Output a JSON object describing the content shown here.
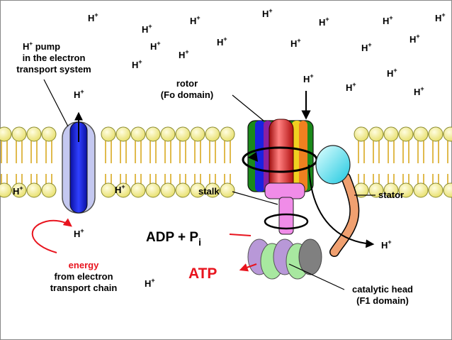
{
  "proton": "H",
  "proton_charge": "+",
  "labels": {
    "pump_line1": "in the electron",
    "pump_line2": "transport system",
    "pump_word": "pump",
    "rotor_line1": "rotor",
    "rotor_line2": "(Fo domain)",
    "stalk": "stalk",
    "stator": "stator",
    "adp": "ADP + P",
    "adp_sub": "i",
    "atp": "ATP",
    "energy_line1": "energy",
    "energy_line2": "from electron",
    "energy_line3": "transport chain",
    "head_line1": "catalytic head",
    "head_line2": "(F1 domain)"
  },
  "colors": {
    "lipid_head": "#f5f08c",
    "lipid_tail": "#d8a820",
    "pump_channel": "#1a22e0",
    "pump_outer": "#c4c8f0",
    "rotor_green": "#1a8a1a",
    "rotor_red": "#e02020",
    "stalk": "#f08ce8",
    "stator": "#f0a070",
    "stator_head": "#40e8f0",
    "head_lavender": "#b898d8",
    "head_green": "#a8e8a0",
    "head_gray": "#808080",
    "accent_red": "#e8141e"
  }
}
